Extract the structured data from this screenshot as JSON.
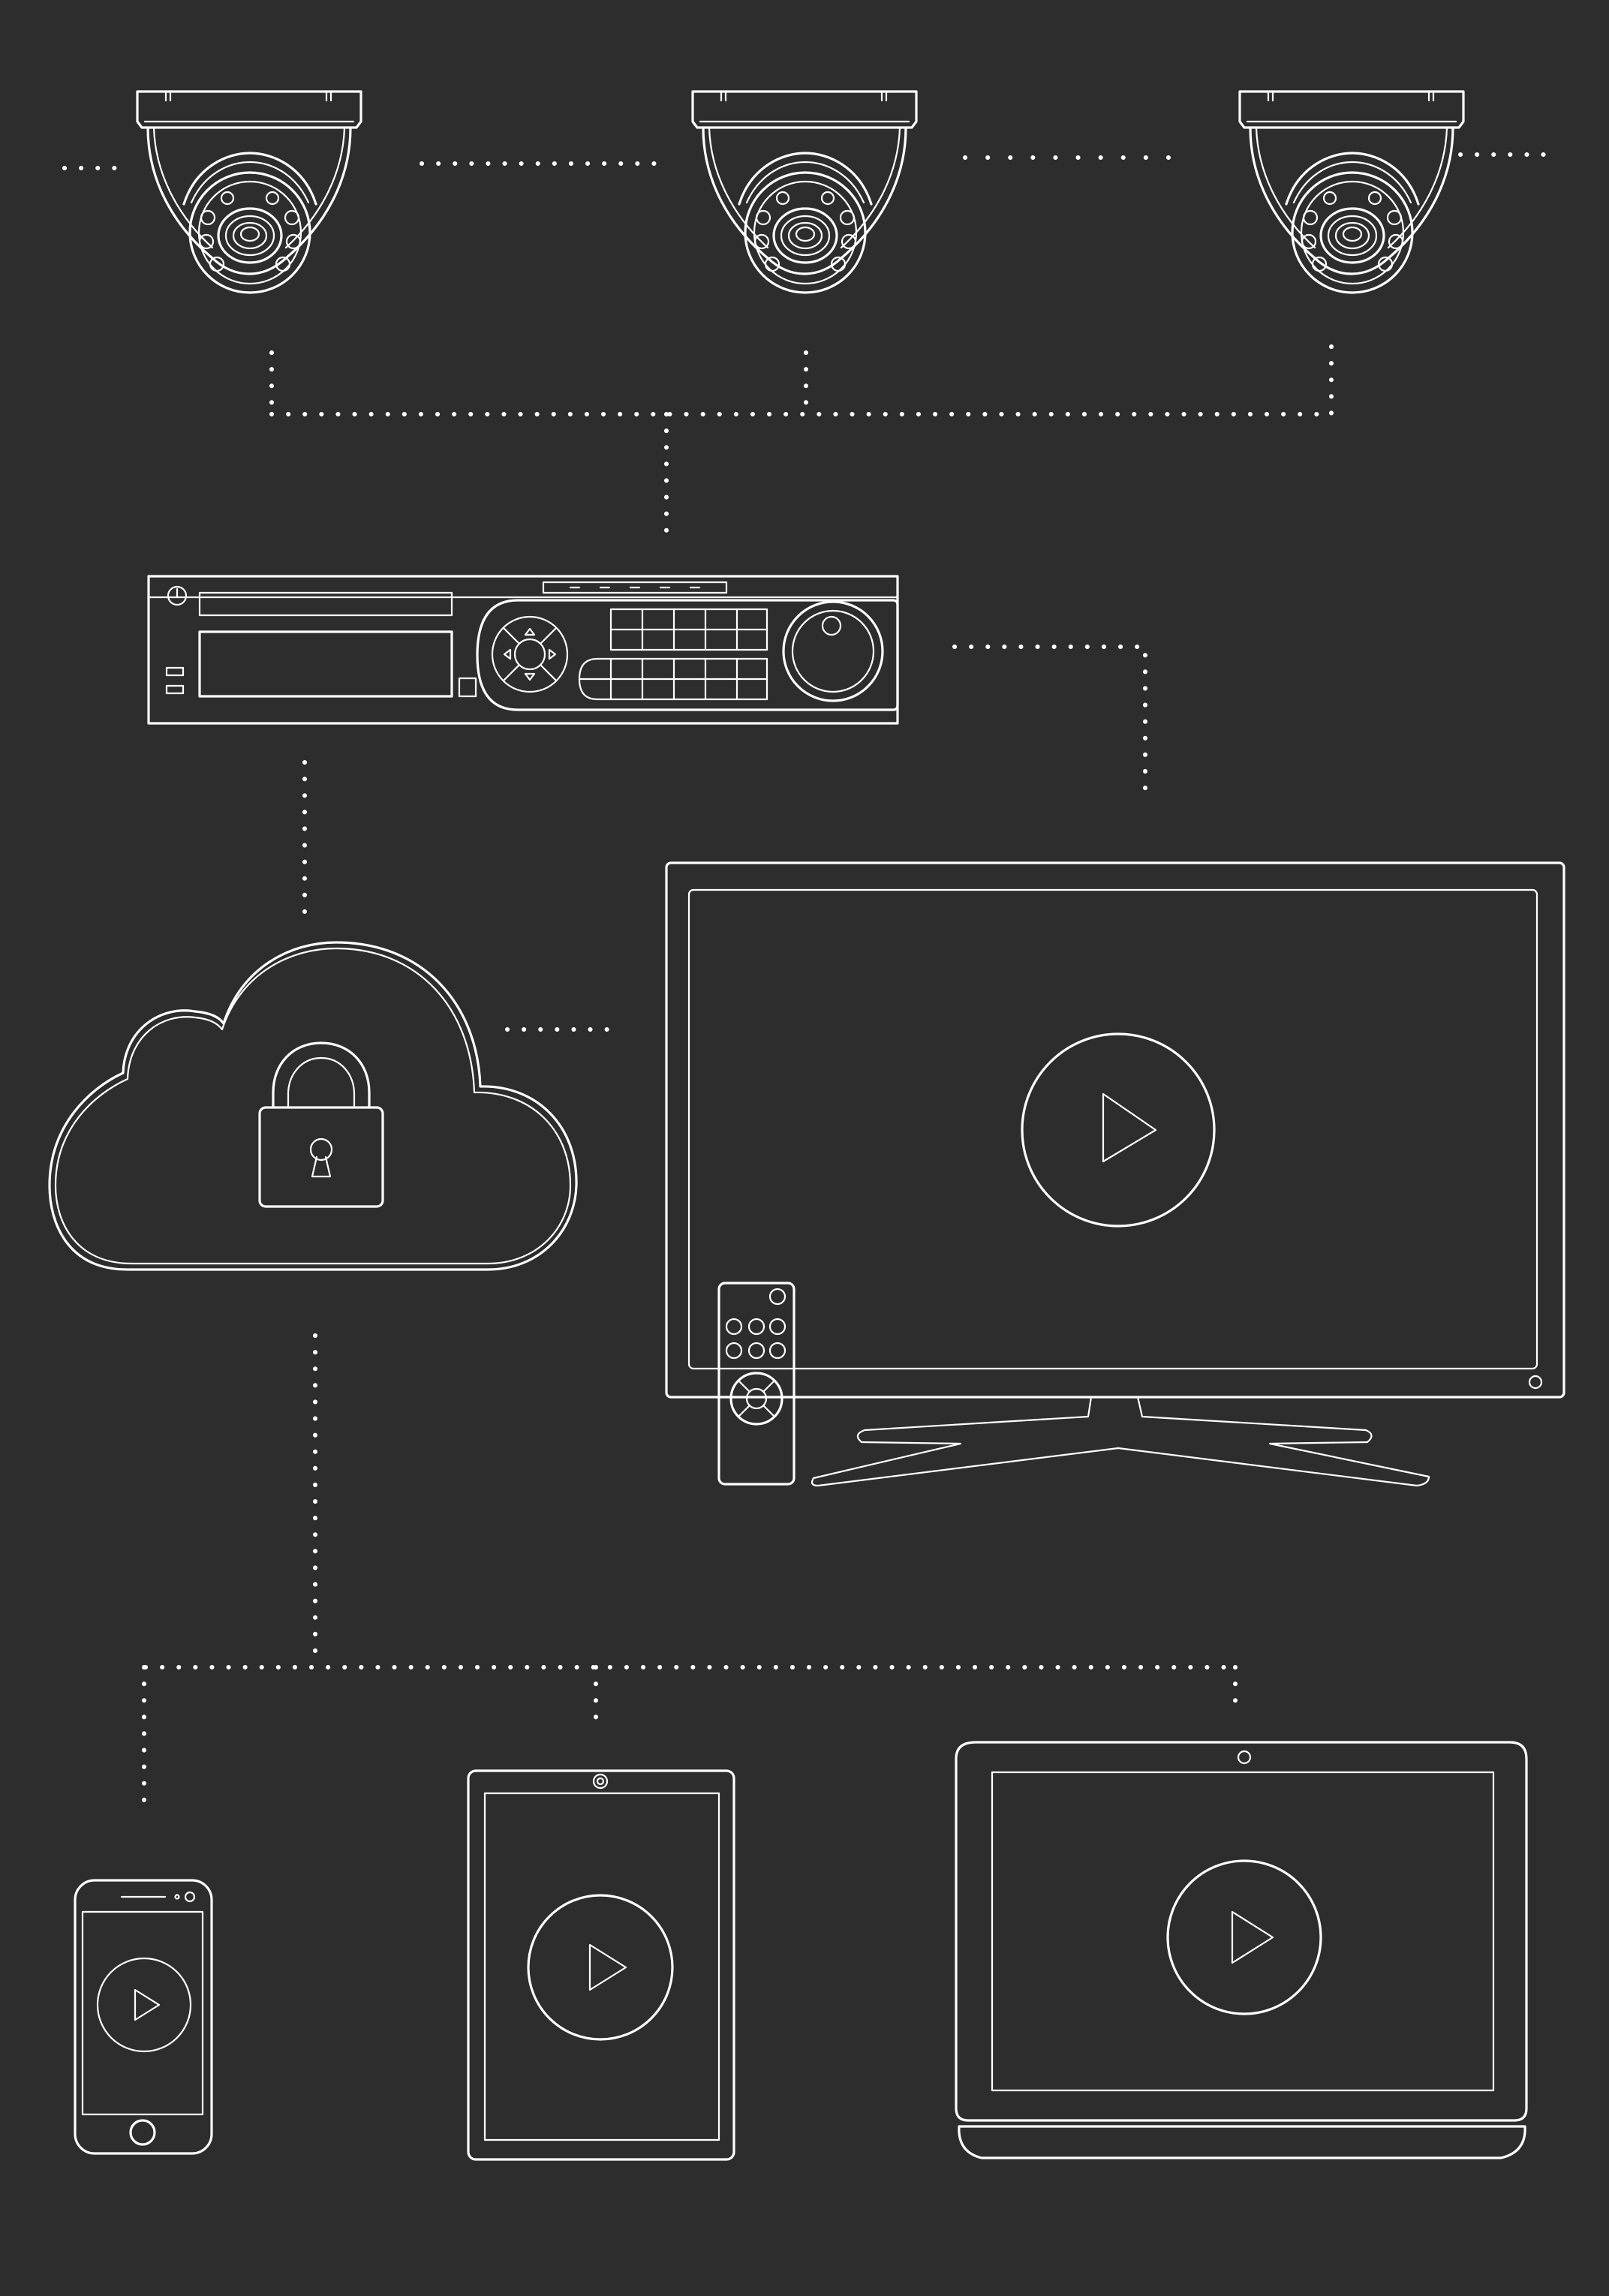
{
  "colors": {
    "background": "#2d2d2d",
    "line": "#ffffff"
  },
  "nodes": [
    {
      "id": "camera-1",
      "icon": "dome-camera-icon"
    },
    {
      "id": "camera-2",
      "icon": "dome-camera-icon"
    },
    {
      "id": "camera-3",
      "icon": "dome-camera-icon"
    },
    {
      "id": "recorder",
      "icon": "dvr-recorder-icon"
    },
    {
      "id": "cloud",
      "icon": "secure-cloud-icon"
    },
    {
      "id": "tv",
      "icon": "smart-tv-icon"
    },
    {
      "id": "remote",
      "icon": "remote-control-icon"
    },
    {
      "id": "phone",
      "icon": "smartphone-icon"
    },
    {
      "id": "tablet",
      "icon": "tablet-icon"
    },
    {
      "id": "laptop",
      "icon": "laptop-icon"
    }
  ],
  "connections": [
    {
      "from": "camera-1",
      "to": "recorder"
    },
    {
      "from": "camera-2",
      "to": "recorder"
    },
    {
      "from": "camera-3",
      "to": "recorder"
    },
    {
      "from": "recorder",
      "to": "cloud"
    },
    {
      "from": "recorder",
      "to": "tv"
    },
    {
      "from": "cloud",
      "to": "tv"
    },
    {
      "from": "cloud",
      "to": "phone"
    },
    {
      "from": "cloud",
      "to": "tablet"
    },
    {
      "from": "cloud",
      "to": "laptop"
    }
  ]
}
